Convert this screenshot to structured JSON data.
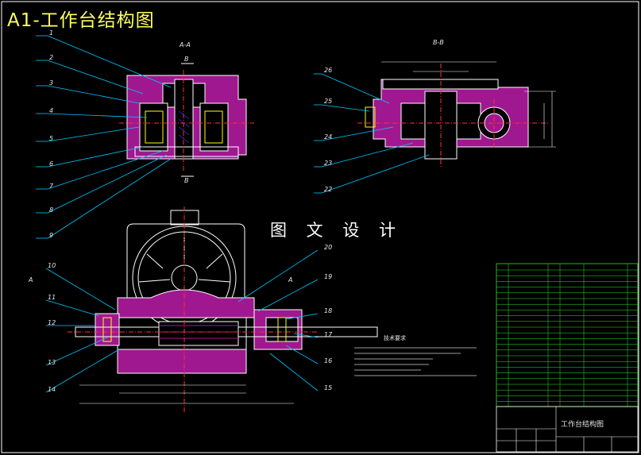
{
  "drawing": {
    "title": "A1-工作台结构图",
    "watermark": "图 文 设 计",
    "section_aa": "A-A",
    "section_bb": "B-B",
    "section_mark_a": "A",
    "section_mark_b": "B",
    "tech_req_title": "技术要求",
    "title_block_name": "工作台结构图"
  },
  "callouts_left": [
    "1",
    "2",
    "3",
    "4",
    "5",
    "6",
    "7",
    "8",
    "9"
  ],
  "callouts_front_left": [
    "10",
    "11",
    "12",
    "13",
    "14"
  ],
  "callouts_front_right": [
    "20",
    "19",
    "18",
    "17",
    "16",
    "15"
  ],
  "callouts_bb": [
    "26",
    "25",
    "24",
    "23",
    "22"
  ],
  "colors": {
    "background": "#000000",
    "title": "#ffff60",
    "outline": "#ffffff",
    "section": "#a01890",
    "centerline": "#ff3030",
    "leader": "#00c8ff",
    "hatch": "#3040ff",
    "detail": "#ffff00",
    "table_grid": "#30e030"
  }
}
